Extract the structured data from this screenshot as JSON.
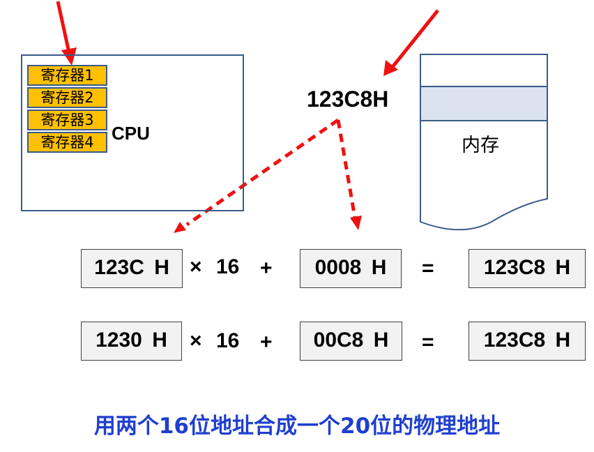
{
  "cpu": {
    "label": "CPU",
    "registers": [
      "寄存器1",
      "寄存器2",
      "寄存器3",
      "寄存器4"
    ]
  },
  "address": "123C8H",
  "memory": {
    "label": "内存"
  },
  "equations": [
    {
      "segment": "123C H",
      "times": "×",
      "factor": "16",
      "plus": "+",
      "offset": "0008 H",
      "equals": "=",
      "result": "123C8 H"
    },
    {
      "segment": "1230 H",
      "times": "×",
      "factor": "16",
      "plus": "+",
      "offset": "00C8 H",
      "equals": "=",
      "result": "123C8 H"
    }
  ],
  "caption": "用两个16位地址合成一个20位的物理地址",
  "colors": {
    "arrow": "#ee1111",
    "register_fill": "#ffc000",
    "box_border": "#3a5a8a",
    "memory_highlight": "#dae3ef",
    "caption": "#1f3fcf"
  }
}
